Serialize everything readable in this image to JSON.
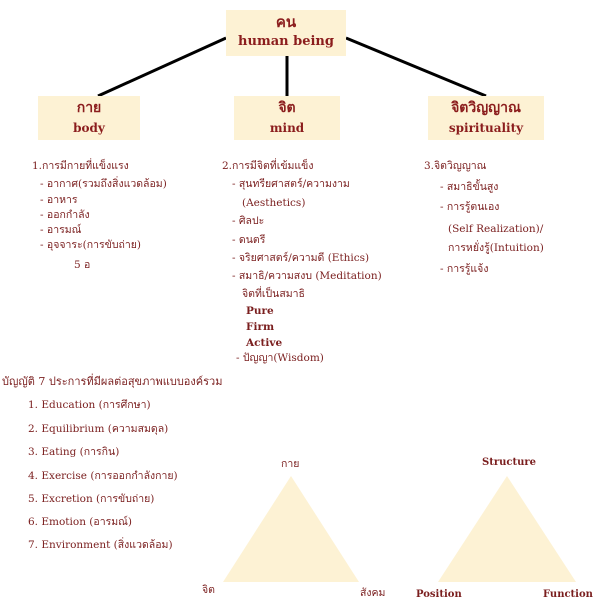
{
  "top": {
    "th": "คน",
    "en": "human being"
  },
  "nodes": [
    {
      "th": "กาย",
      "en": "body"
    },
    {
      "th": "จิต",
      "en": "mind"
    },
    {
      "th": "จิตวิญญาณ",
      "en": "spirituality"
    }
  ],
  "body_list": {
    "heading": "1.การมีกายที่แข็งแรง",
    "items": [
      "- อากาศ(รวมถึงสิ่งแวดล้อม)",
      "- อาหาร",
      "- ออกกำลัง",
      "- อารมณ์",
      "- อุจจาระ(การขับถ่าย)"
    ],
    "note": "5 อ"
  },
  "mind_list": {
    "heading": "2.การมีจิตที่เข้มแข็ง",
    "items": [
      "- สุนทรียศาสตร์/ความงาม",
      "(Aesthetics)",
      "- ศิลปะ",
      "- ดนตรี",
      "- จริยศาสตร์/ความดี (Ethics)",
      "- สมาธิ/ความสงบ (Meditation)",
      "จิตที่เป็นสมาธิ",
      "Pure",
      "Firm",
      "Active",
      "- ปัญญา(Wisdom)"
    ]
  },
  "spirit_list": {
    "heading": "3.จิตวิญญาณ",
    "items": [
      "- สมาธิขั้นสูง",
      "- การรู้ตนเอง",
      "(Self Realization)/",
      "การหยั่งรู้(Intuition)",
      "- การรู้แจ้ง"
    ]
  },
  "rules": {
    "title": "บัญญัติ 7 ประการที่มีผลต่อสุขภาพแบบองค์รวม",
    "items": [
      "1. Education (การศึกษา)",
      "2. Equilibrium (ความสมดุล)",
      "3. Eating (การกิน)",
      "4. Exercise (การออกกำลังกาย)",
      "5. Excretion (การขับถ่าย)",
      "6. Emotion (อารมณ์)",
      "7. Environment (สิ่งแวดล้อม)"
    ]
  },
  "triangle1": {
    "top": "กาย",
    "left": "จิต",
    "right": "สังคม"
  },
  "triangle2": {
    "top": "Structure",
    "left": "Position",
    "right": "Function"
  },
  "colors": {
    "box_fill": "#fdf2d4",
    "text": "#7a1e1e",
    "triangle": "#fdf2d4",
    "line": "#000000"
  }
}
